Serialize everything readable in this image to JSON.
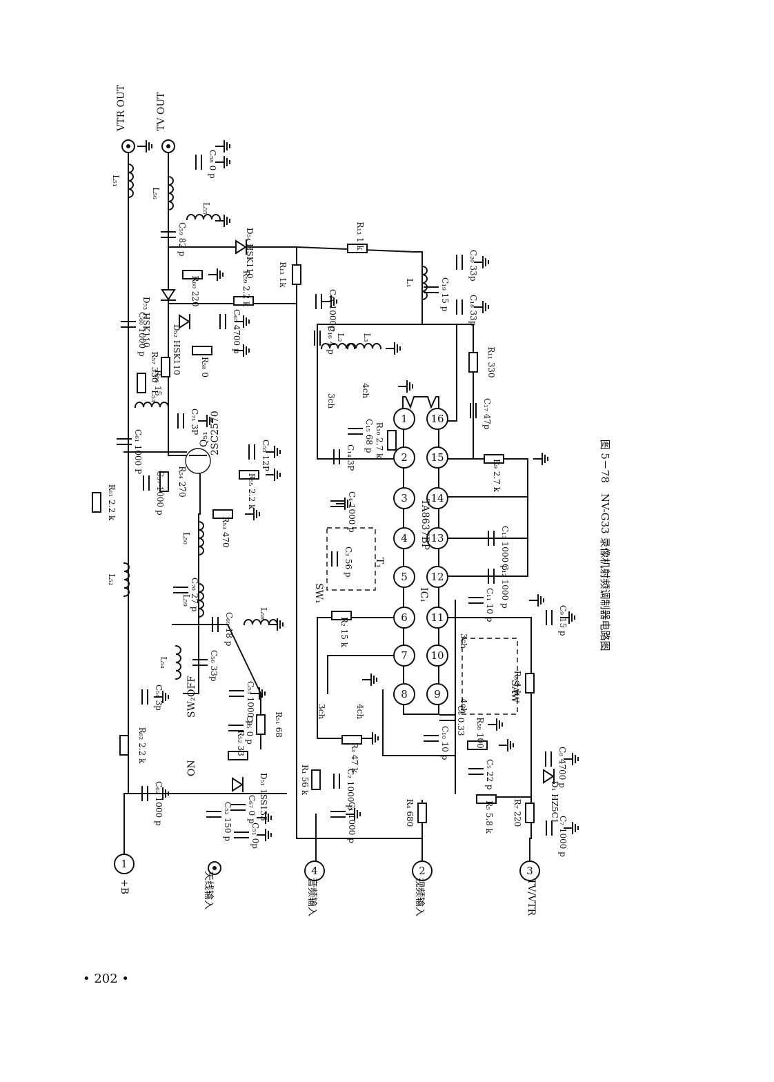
{
  "figure": {
    "caption": "图 5－78　NV-G33 录像机射频调制器电路图",
    "page_number": "• 202 •"
  },
  "ic": {
    "ref": "IC₁",
    "part": "TA8637BP",
    "pins": [
      "1",
      "2",
      "3",
      "4",
      "5",
      "6",
      "7",
      "8",
      "9",
      "10",
      "11",
      "12",
      "13",
      "14",
      "15",
      "16"
    ]
  },
  "terminals": [
    {
      "num": "1",
      "label": "+B"
    },
    {
      "num": "4",
      "label": "音频输入"
    },
    {
      "num": "2",
      "label": "视频输入"
    },
    {
      "num": "3",
      "label": "TV/VTR"
    }
  ],
  "connectors": {
    "vtr_out": "VTR OUT",
    "tv_out": "TV OUT",
    "antenna_in": "天线输入"
  },
  "switches": {
    "sw1": "SW₁",
    "sw2": "SW₂",
    "sw2_on": "ON",
    "sw2_off": "OFF",
    "ch3": "3ch",
    "ch4": "4ch"
  },
  "saw": "SAW",
  "transformer": "T₁",
  "transistor": {
    "ref": "Q₅₁",
    "part": "2SC2570"
  },
  "diodes": [
    {
      "ref": "D₅₁",
      "part": "1SS133"
    },
    {
      "ref": "D₅₂",
      "part": "HSK110"
    },
    {
      "ref": "D₅₃",
      "part": "HSK110"
    },
    {
      "ref": "D₅₄",
      "part": "HSK110"
    },
    {
      "ref": "D₁",
      "part": "HZ5C1"
    }
  ],
  "resistors": [
    {
      "ref": "R₁",
      "value": "56 k"
    },
    {
      "ref": "R₂",
      "value": "15 k"
    },
    {
      "ref": "R₃",
      "value": "47 k"
    },
    {
      "ref": "R₄",
      "value": "680"
    },
    {
      "ref": "R₅",
      "value": "5.8 k"
    },
    {
      "ref": "R₇",
      "value": "220"
    },
    {
      "ref": "R₈",
      "value": "1 k"
    },
    {
      "ref": "R₉",
      "value": "2.7 k"
    },
    {
      "ref": "R₁₀",
      "value": "2.7 k"
    },
    {
      "ref": "R₁₁",
      "value": "330"
    },
    {
      "ref": "R₁₃",
      "value": "1 k"
    },
    {
      "ref": "R₁₃",
      "value": "1k"
    },
    {
      "ref": "R₅₁",
      "value": "68"
    },
    {
      "ref": "R₅₂",
      "value": "33"
    },
    {
      "ref": "R₅₃",
      "value": "470"
    },
    {
      "ref": "R₅₄",
      "value": "270"
    },
    {
      "ref": "R₅₅",
      "value": "2.2 k"
    },
    {
      "ref": "R₅₆",
      "value": "15"
    },
    {
      "ref": "R₅₇",
      "value": "330"
    },
    {
      "ref": "R₅₈",
      "value": "0"
    },
    {
      "ref": "R₅₉",
      "value": "2.2 k"
    },
    {
      "ref": "R₆₀",
      "value": "220"
    },
    {
      "ref": "R₆₁",
      "value": "2.2 k"
    },
    {
      "ref": "R₆₂",
      "value": "2.2 k"
    },
    {
      "ref": "R₅₈",
      "value": "100"
    },
    {
      "ref": "R",
      "value": "680"
    }
  ],
  "capacitors": [
    {
      "ref": "C₁",
      "value": "1000 p"
    },
    {
      "ref": "C₂",
      "value": "1000 p"
    },
    {
      "ref": "C₃",
      "value": "56 p"
    },
    {
      "ref": "C₄",
      "value": "1000 p"
    },
    {
      "ref": "C₅",
      "value": "22 p"
    },
    {
      "ref": "C₆",
      "value": "0.33"
    },
    {
      "ref": "C₇",
      "value": "1000 p"
    },
    {
      "ref": "C₈",
      "value": "4700 p"
    },
    {
      "ref": "C₉",
      "value": "15 p"
    },
    {
      "ref": "C₁₀",
      "value": "10 p"
    },
    {
      "ref": "C₁₁",
      "value": "10 p"
    },
    {
      "ref": "C₁₂",
      "value": "1000 p"
    },
    {
      "ref": "C₁₃",
      "value": "1000 p"
    },
    {
      "ref": "C₁₄",
      "value": "3P"
    },
    {
      "ref": "C₁₅",
      "value": "68 p"
    },
    {
      "ref": "C₁₆",
      "value": "4 p"
    },
    {
      "ref": "C₁₇",
      "value": "47p"
    },
    {
      "ref": "C₁₈",
      "value": "33p"
    },
    {
      "ref": "C₁₉",
      "value": "15 p"
    },
    {
      "ref": "C₂₀",
      "value": "33p"
    },
    {
      "ref": "C₂₁",
      "value": "1000p"
    },
    {
      "ref": "C₅₁",
      "value": "0p"
    },
    {
      "ref": "C₅₂",
      "value": "150 p"
    },
    {
      "ref": "C₅₃",
      "value": "1000 p"
    },
    {
      "ref": "C₅₄",
      "value": "3p"
    },
    {
      "ref": "C₅₅",
      "value": "0 p"
    },
    {
      "ref": "C₅₅",
      "value": "12P"
    },
    {
      "ref": "C₅₆",
      "value": "33p"
    },
    {
      "ref": "C₅₇",
      "value": "1000 p"
    },
    {
      "ref": "C₅₈",
      "value": "0 p"
    },
    {
      "ref": "C₅₉",
      "value": "82 p"
    },
    {
      "ref": "C₆₀",
      "value": "1000 p"
    },
    {
      "ref": "C₆₁",
      "value": "1000 P"
    },
    {
      "ref": "C₆₂",
      "value": "1000 p"
    },
    {
      "ref": "C₆₅",
      "value": "4700 p"
    },
    {
      "ref": "C₆₇",
      "value": "0 p"
    },
    {
      "ref": "C₆₉",
      "value": "18 p"
    },
    {
      "ref": "C₇₀",
      "value": "27 p"
    },
    {
      "ref": "C₇₁",
      "value": "3P"
    }
  ],
  "inductors": [
    "L₁",
    "L₂",
    "L₃",
    "L₅₀",
    "L₅₁",
    "L₅₂",
    "L₅₃",
    "L₅₄",
    "L₅₅",
    "L₅₆",
    "L₅₈",
    "L₅₉"
  ]
}
